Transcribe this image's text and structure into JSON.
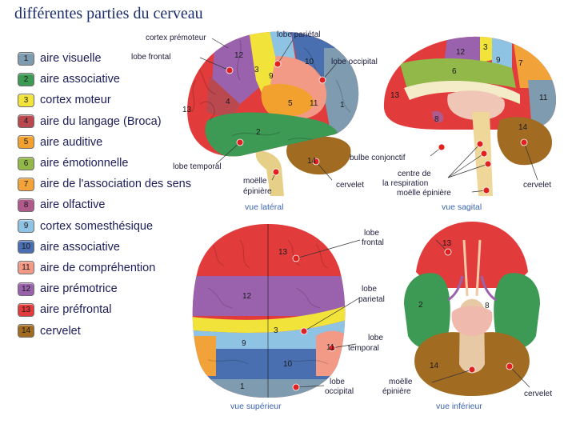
{
  "title": "différentes parties du cerveau",
  "legend": [
    {
      "num": "1",
      "label": "aire visuelle",
      "color": "#7f9bb0"
    },
    {
      "num": "2",
      "label": "aire associative",
      "color": "#3c9a55"
    },
    {
      "num": "3",
      "label": "cortex moteur",
      "color": "#f2e33a"
    },
    {
      "num": "4",
      "label": "aire du langage (Broca)",
      "color": "#b9484f"
    },
    {
      "num": "5",
      "label": "aire auditive",
      "color": "#f2a12e"
    },
    {
      "num": "6",
      "label": "aire émotionnelle",
      "color": "#92b84a"
    },
    {
      "num": "7",
      "label": "aire de l'association des sens",
      "color": "#f1a33a"
    },
    {
      "num": "8",
      "label": "aire olfactive",
      "color": "#b05a8c"
    },
    {
      "num": "9",
      "label": "cortex somesthésique",
      "color": "#8fc3e3"
    },
    {
      "num": "10",
      "label": "aire associative",
      "color": "#4a6fb0"
    },
    {
      "num": "11",
      "label": "aire de compréhention",
      "color": "#f29a86"
    },
    {
      "num": "12",
      "label": "aire prémotrice",
      "color": "#9a62ad"
    },
    {
      "num": "13",
      "label": "aire préfrontal",
      "color": "#e23b3b"
    },
    {
      "num": "14",
      "label": "cervelet",
      "color": "#a26b22"
    }
  ],
  "lateral": {
    "cortex_premoteur": "cortex prémoteur",
    "lobe_parietal": "lobe pariétal",
    "lobe_frontal": "lobe frontal",
    "lobe_occipital": "lobe occipital",
    "lobe_temporal": "lobe temporal",
    "moelle_1": "moëlle",
    "moelle_2": "épinière",
    "cervelet": "cervelet",
    "view": "vue latéral"
  },
  "sagittal": {
    "bulbe": "bulbe conjonctif",
    "centre_1": "centre de",
    "centre_2": "la respiration",
    "moelle": "moëlle épinière",
    "cervelet": "cervelet",
    "view": "vue sagital"
  },
  "superior": {
    "lobe_frontal_1": "lobe",
    "lobe_frontal_2": "frontal",
    "lobe_parietal_1": "lobe",
    "lobe_parietal_2": "parietal",
    "lobe_temporal_1": "lobe",
    "lobe_temporal_2": "temporal",
    "lobe_occipital_1": "lobe",
    "lobe_occipital_2": "occipital",
    "view": "vue supérieur"
  },
  "inferior": {
    "moelle_1": "moëlle",
    "moelle_2": "épinière",
    "cervelet": "cervelet",
    "view": "vue inférieur"
  },
  "numbers": {
    "n1": "1",
    "n2": "2",
    "n3": "3",
    "n4": "4",
    "n5": "5",
    "n6": "6",
    "n7": "7",
    "n8": "8",
    "n9": "9",
    "n10": "10",
    "n11": "11",
    "n12": "12",
    "n13": "13",
    "n14": "14"
  }
}
